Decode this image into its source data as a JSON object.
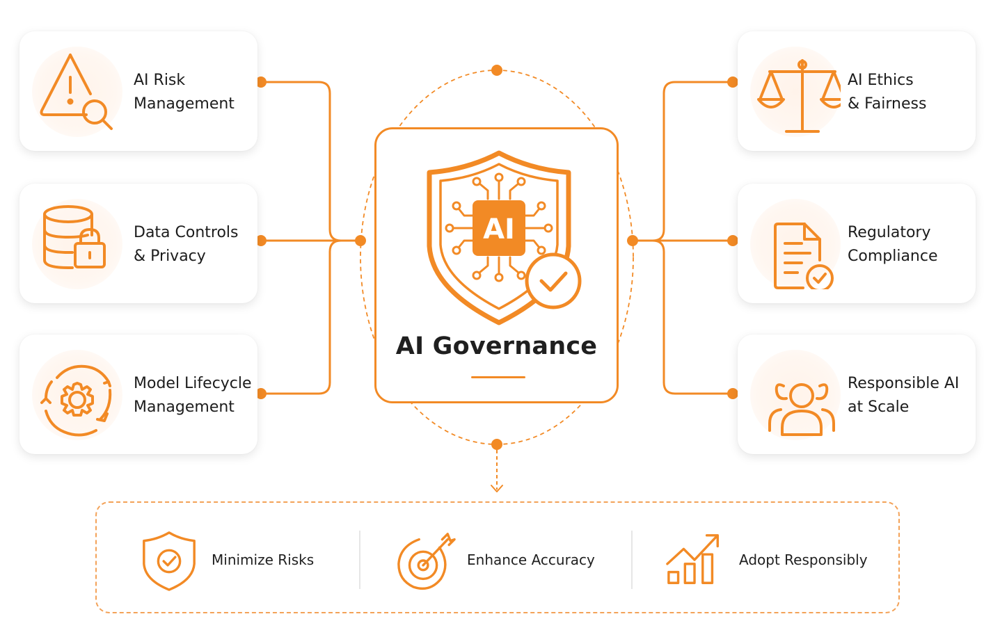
{
  "center": {
    "title": "AI Governance",
    "chip_text": "AI"
  },
  "left_cards": [
    {
      "line1": "AI Risk",
      "line2": "Management",
      "icon": "warning-search-icon"
    },
    {
      "line1": "Data Controls",
      "line2": "& Privacy",
      "icon": "database-lock-icon"
    },
    {
      "line1": "Model Lifecycle",
      "line2": "Management",
      "icon": "gear-cycle-icon"
    }
  ],
  "right_cards": [
    {
      "line1": "AI Ethics",
      "line2": "& Fairness",
      "icon": "scales-icon"
    },
    {
      "line1": "Regulatory",
      "line2": "Compliance",
      "icon": "document-check-icon"
    },
    {
      "line1": "Responsible AI",
      "line2": "at Scale",
      "icon": "people-group-icon"
    }
  ],
  "benefits": [
    {
      "label": "Minimize Risks",
      "icon": "shield-check-icon"
    },
    {
      "label": "Enhance Accuracy",
      "icon": "target-arrow-icon"
    },
    {
      "label": "Adopt Responsibly",
      "icon": "bar-chart-growth-icon"
    }
  ],
  "colors": {
    "accent": "#f28a25",
    "accent_light": "#f3a258",
    "text": "#1f1f1f"
  }
}
